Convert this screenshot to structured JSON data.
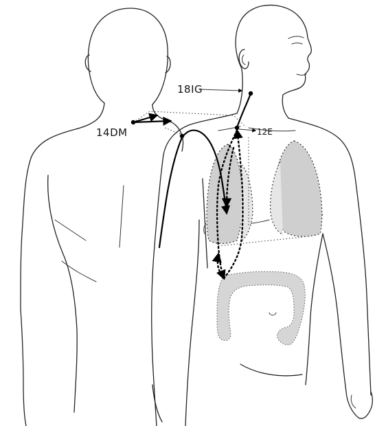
{
  "figure": {
    "labels": {
      "point_14dm": "14DM",
      "point_18ig": "18IG",
      "point_12e": "12E"
    }
  }
}
